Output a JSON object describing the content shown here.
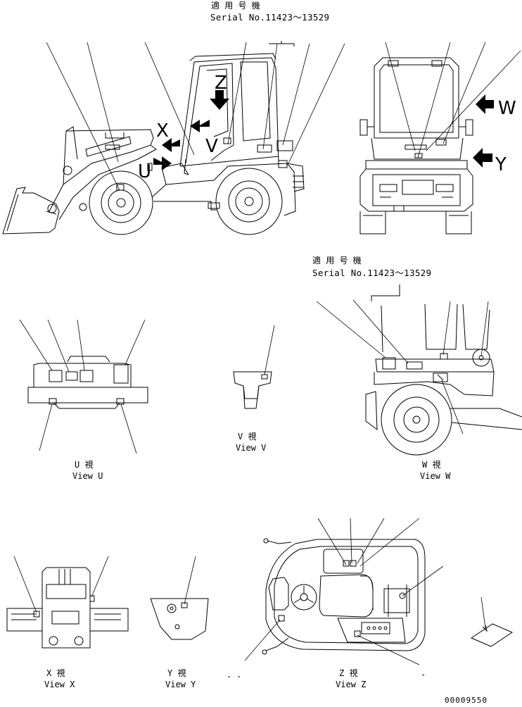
{
  "header_note": {
    "applicable": "適 用 号 機",
    "serial": "Serial No.11423～13529"
  },
  "side_view": {
    "marks": [
      "X",
      "V",
      "Z",
      "U"
    ]
  },
  "front_view": {
    "marks": [
      "W",
      "Y"
    ]
  },
  "view_w_note": {
    "applicable": "適 用 号 機",
    "serial": "Serial No.11423～13529"
  },
  "views": {
    "u": {
      "jp": "U  視",
      "en": "View U"
    },
    "v": {
      "jp": "V  視",
      "en": "View V"
    },
    "w": {
      "jp": "W  視",
      "en": "View W"
    },
    "x": {
      "jp": "X  視",
      "en": "View X"
    },
    "y": {
      "jp": "Y  視",
      "en": "View Y"
    },
    "z": {
      "jp": "Z  視",
      "en": "View Z"
    }
  },
  "drawing_id": "00009550"
}
